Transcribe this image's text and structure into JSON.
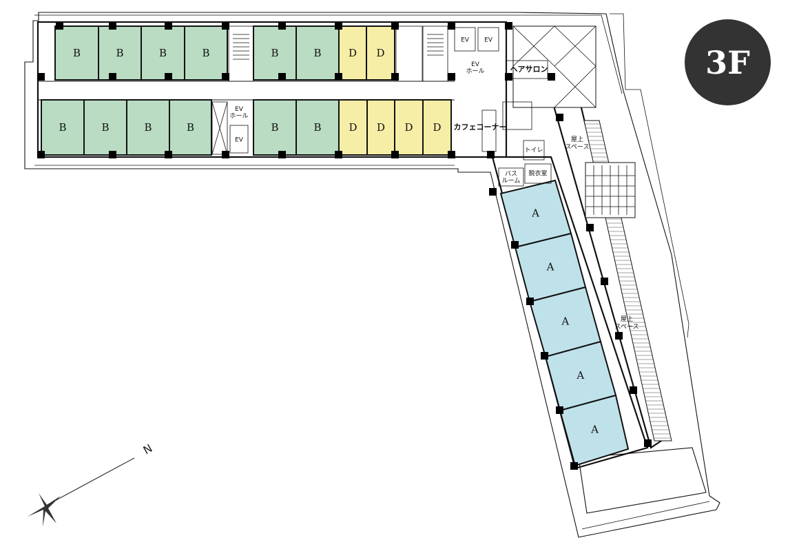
{
  "floor_label": "3F",
  "compass_label": "N",
  "labels": {
    "cafe": "カフェコーナー",
    "hair_salon": "ヘアサロン",
    "ev": "EV",
    "ev_hall": "EV\nホール",
    "toilet": "トイレ",
    "bath": "バス\nルーム",
    "dressing": "脱衣室",
    "rooftop": "屋上\nスペース"
  },
  "rooms": {
    "top_row": [
      "B",
      "B",
      "B",
      "B",
      "B",
      "B",
      "D",
      "D"
    ],
    "second_row": [
      "B",
      "B",
      "B",
      "B",
      "B",
      "B",
      "D",
      "D",
      "D",
      "D"
    ],
    "diagonal_wing": [
      "A",
      "A",
      "A",
      "A",
      "A"
    ]
  },
  "colors": {
    "type_a": "#bfe1ea",
    "type_b": "#b9dcc3",
    "type_d": "#f6eea6",
    "badge": "#333333"
  }
}
